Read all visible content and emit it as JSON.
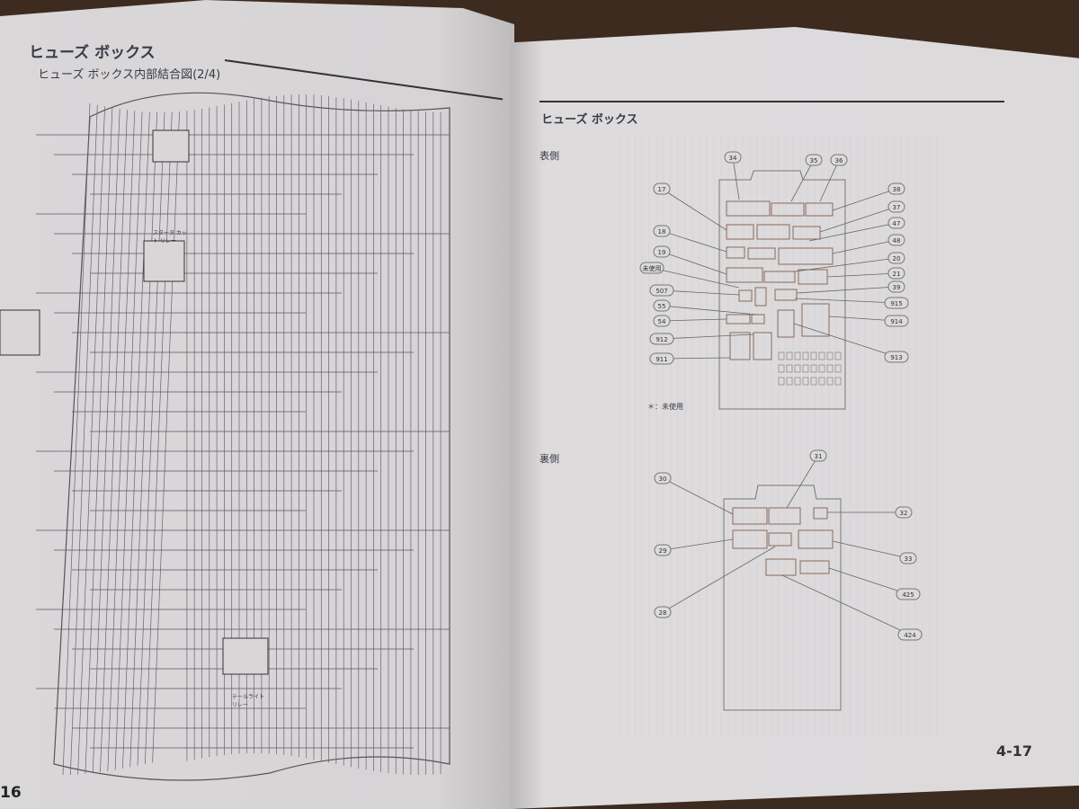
{
  "left_page": {
    "section_title": "ヒューズ ボックス",
    "subtitle": "ヒューズ ボックス内部結合図(2/4)",
    "page_number": "16",
    "relay_labels": [
      "スタータ カット リレー",
      "テールライト リレー"
    ]
  },
  "right_page": {
    "section_title": "ヒューズ ボックス",
    "front_label": "表側",
    "back_label": "裏側",
    "legend_note": "＊：未使用",
    "page_number": "4-17",
    "front_callouts": [
      "34",
      "35",
      "36",
      "17",
      "38",
      "37",
      "47",
      "18",
      "48",
      "19",
      "20",
      "未使用",
      "21",
      "507",
      "39",
      "55",
      "915",
      "54",
      "914",
      "912",
      "911",
      "913"
    ],
    "back_callouts": [
      "30",
      "31",
      "32",
      "29",
      "33",
      "28",
      "425",
      "424"
    ]
  }
}
